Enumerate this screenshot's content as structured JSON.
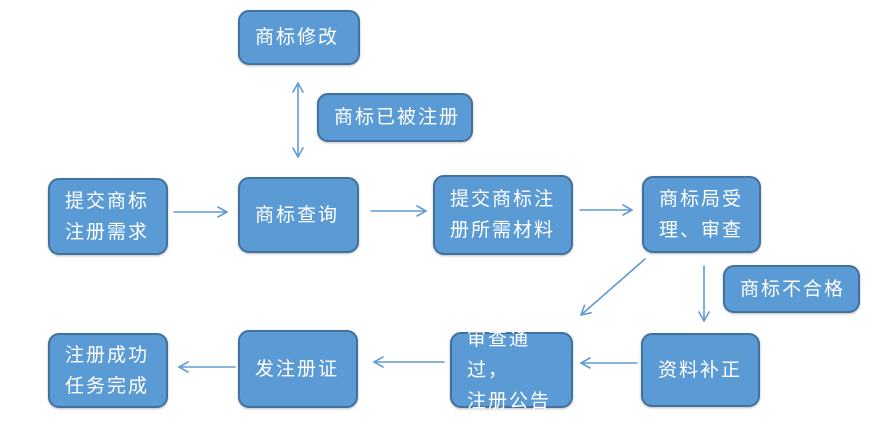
{
  "theme": {
    "background": "#ffffff",
    "node_fill": "#5b9bd5",
    "node_border": "#41719c",
    "node_text_color": "#ffffff",
    "arrow_color": "#639cd5"
  },
  "nodes": {
    "modify": {
      "label": "商标修改"
    },
    "already_registered": {
      "label": "商标已被注册"
    },
    "submit_request": {
      "label": "提交商标\n注册需求"
    },
    "query": {
      "label": "商标查询"
    },
    "submit_materials": {
      "label": "提交商标注\n册所需材料"
    },
    "bureau_review": {
      "label": "商标局受\n理、审查"
    },
    "unqualified": {
      "label": "商标不合格"
    },
    "supplement": {
      "label": "资料补正"
    },
    "approved": {
      "label": "审查通过，\n注册公告"
    },
    "certificate": {
      "label": "发注册证"
    },
    "success": {
      "label": "注册成功\n任务完成"
    }
  }
}
